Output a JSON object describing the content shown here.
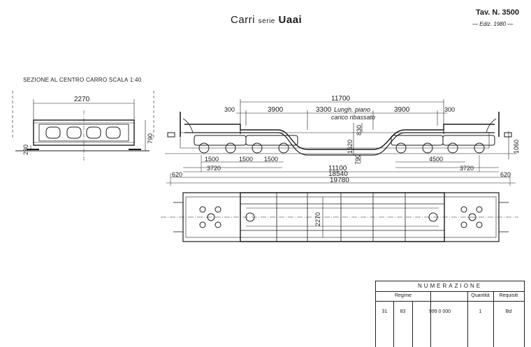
{
  "header": {
    "title_main": "Carri",
    "title_serie": "serie",
    "title_code": "Uaai",
    "tav": "Tav. N. 3500",
    "ediz": "— Ediz. 1980 —"
  },
  "section": {
    "label": "SEZIONE AL CENTRO CARRO    SCALA 1:40",
    "dims": {
      "width": "2270",
      "height": "790",
      "bottom": "280"
    }
  },
  "elevation": {
    "dims": {
      "top_total": "11700",
      "d300_left": "300",
      "d3900_left": "3900",
      "d3300": "3300",
      "lungh_label": "Lungh. piano",
      "carico_label": "carico ribassato",
      "d3900_right": "3900",
      "d300_right": "300",
      "h1620": "1620",
      "h830": "830",
      "h790": "790",
      "h1060": "1060",
      "b1500_a": "1500",
      "b1500_b": "1500",
      "b1500_c": "1500",
      "b4500": "4500",
      "b3720_left": "3720",
      "b3720_right": "3720",
      "b11100": "11100",
      "b620_left": "620",
      "b18540": "18540",
      "b620_right": "620",
      "b19780": "19780"
    }
  },
  "plan": {
    "dims": {
      "width": "2270"
    }
  },
  "numerazione": {
    "title": "NUMERAZIONE",
    "headers": {
      "regime": "Regime",
      "quantita": "Quantità",
      "requisiti": "Requisiti"
    },
    "row": {
      "c1": "31",
      "c2": "83",
      "c3": "999 0 000",
      "quantita": "1",
      "requisiti": "Bd"
    }
  }
}
